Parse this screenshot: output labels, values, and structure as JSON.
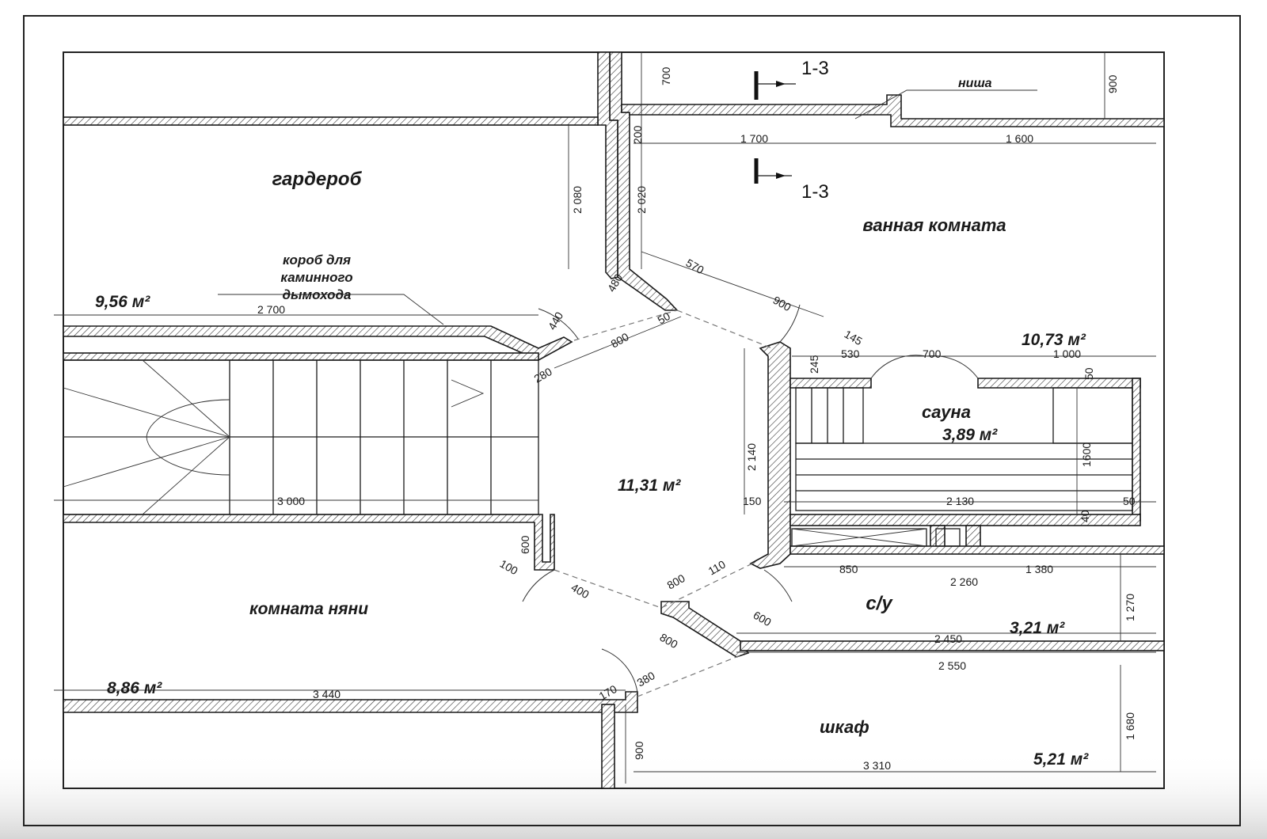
{
  "rooms": {
    "garderob": "гардероб",
    "bathroom": "ванная комната",
    "sauna": "сауна",
    "nanny": "комната няни",
    "wc": "с/у",
    "closet": "шкаф"
  },
  "areas": {
    "garderob": "9,56 м²",
    "bathroom": "10,73 м²",
    "sauna": "3,89 м²",
    "hall": "11,31 м²",
    "wc": "3,21 м²",
    "nanny": "8,86 м²",
    "closet": "5,21 м²"
  },
  "labels": {
    "niche": "ниша",
    "chimney_box_1": "короб для",
    "chimney_box_2": "каминного",
    "chimney_box_3": "дымохода",
    "section_top": "1-3",
    "section_bottom": "1-3"
  },
  "dimensions": {
    "d700": "700",
    "d900_top": "900",
    "d1700": "1 700",
    "d1600": "1 600",
    "d200": "200",
    "d2080": "2 080",
    "d2020": "2 020",
    "d570": "570",
    "d480": "480",
    "d900_mid": "900",
    "d145": "145",
    "d2700": "2 700",
    "d440": "440",
    "d800_top": "800",
    "d50_top": "50",
    "d280": "280",
    "d245": "245",
    "d530": "530",
    "d700_sauna": "700",
    "d1000": "1 000",
    "d50_sauna": "50",
    "d2140": "2 140",
    "d1600_sauna": "1600",
    "d3000": "3 000",
    "d150": "150",
    "d2130": "2 130",
    "d50_right": "50",
    "d40": "40",
    "d600_left": "600",
    "d100": "100",
    "d800_bot": "800",
    "d110": "110",
    "d850": "850",
    "d1380": "1 380",
    "d2260": "2 260",
    "d400": "400",
    "d600_bot": "600",
    "d1270": "1 270",
    "d2450": "2 450",
    "d800_diag": "800",
    "d2550": "2 550",
    "d3440": "3 440",
    "d170": "170",
    "d380": "380",
    "d1680": "1 680",
    "d900_bot": "900",
    "d3310": "3 310"
  },
  "colors": {
    "line": "#1a1a1a",
    "background": "#ffffff",
    "frame_shadow": "#d9d9d9"
  }
}
